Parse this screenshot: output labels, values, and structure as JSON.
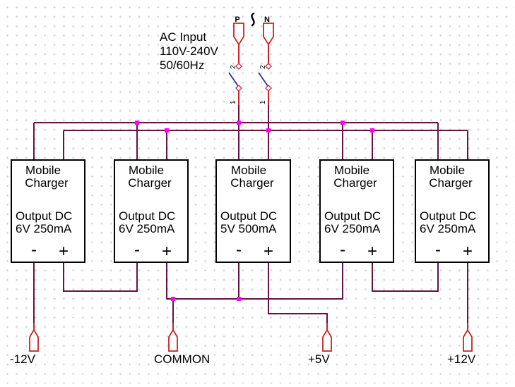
{
  "colors": {
    "background": "#ffffff",
    "grid_dot": "#c9cdd8",
    "wire": "#671244",
    "symbol_red": "#cc2222",
    "contact_red": "#cc3355",
    "switch_lever_blue": "#223399",
    "junction_magenta": "#ff00ff",
    "text": "#000000",
    "box_border": "#000000"
  },
  "ac_input": {
    "info_line1": "AC Input",
    "info_line2": "110V-240V",
    "info_line3": "50/60Hz",
    "live_label": "P",
    "neutral_label": "N",
    "ac_wave_symbol": "~",
    "switch_upper_contact": "2",
    "switch_lower_contact": "1"
  },
  "chargers": [
    {
      "name_line1": "Mobile",
      "name_line2": "Charger",
      "output_line1": "Output DC",
      "output_line2": "6V 250mA",
      "neg_label": "-",
      "pos_label": "+"
    },
    {
      "name_line1": "Mobile",
      "name_line2": "Charger",
      "output_line1": "Output DC",
      "output_line2": "6V 250mA",
      "neg_label": "-",
      "pos_label": "+"
    },
    {
      "name_line1": "Mobile",
      "name_line2": "Charger",
      "output_line1": "Output DC",
      "output_line2": "5V 500mA",
      "neg_label": "-",
      "pos_label": "+"
    },
    {
      "name_line1": "Mobile",
      "name_line2": "Charger",
      "output_line1": "Output DC",
      "output_line2": "6V 250mA",
      "neg_label": "-",
      "pos_label": "+"
    },
    {
      "name_line1": "Mobile",
      "name_line2": "Charger",
      "output_line1": "Output DC",
      "output_line2": "6V 250mA",
      "neg_label": "-",
      "pos_label": "+"
    }
  ],
  "output_terminals": [
    {
      "label": "-12V"
    },
    {
      "label": "COMMON"
    },
    {
      "label": "+5V"
    },
    {
      "label": "+12V"
    }
  ]
}
